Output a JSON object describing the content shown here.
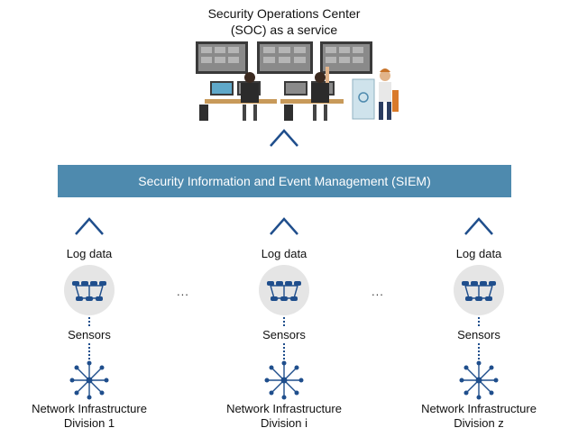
{
  "soc": {
    "title_line1": "Security Operations Center",
    "title_line2": "(SOC) as a service"
  },
  "siem": {
    "label": "Security Information and Event Management (SIEM)"
  },
  "columns": [
    {
      "log_label": "Log data",
      "sensor_label": "Sensors",
      "network_line1": "Network Infrastructure",
      "network_line2": "Division 1"
    },
    {
      "log_label": "Log data",
      "sensor_label": "Sensors",
      "network_line1": "Network Infrastructure",
      "network_line2": "Division i"
    },
    {
      "log_label": "Log data",
      "sensor_label": "Sensors",
      "network_line1": "Network Infrastructure",
      "network_line2": "Division z"
    }
  ],
  "ellipses": [
    "...",
    "..."
  ],
  "colors": {
    "siem_bar": "#4e8aae",
    "arrow": "#1f4e8c",
    "sensor_circle": "#e5e5e5",
    "icon": "#1f4e8c"
  },
  "icons": {
    "arrow": "chevron-up-icon",
    "sensor": "sensor-array-icon",
    "network": "network-hub-icon",
    "soc": "soc-operators-illustration"
  }
}
